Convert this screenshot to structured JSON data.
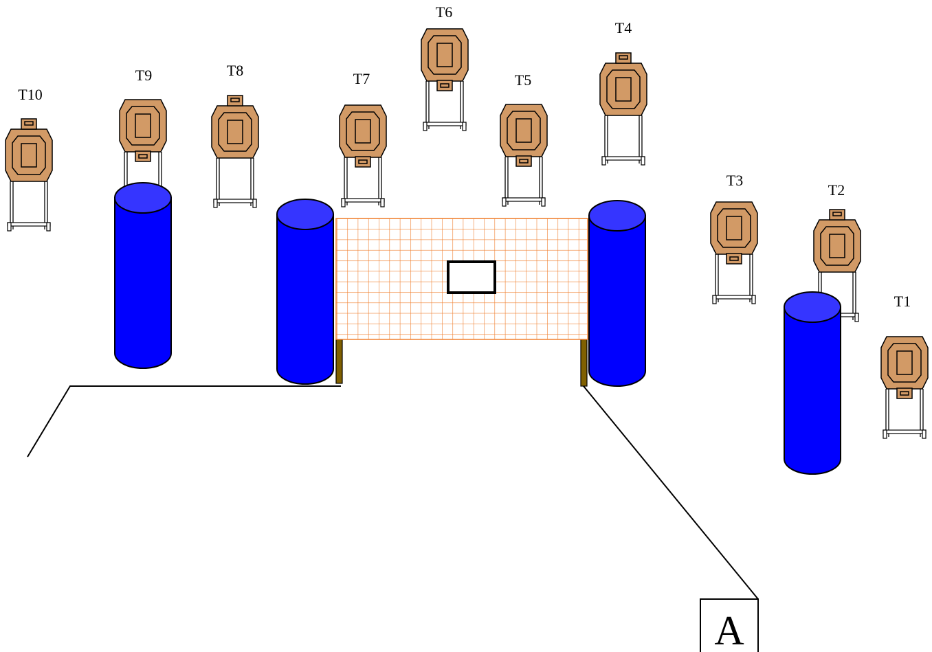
{
  "targets": [
    {
      "id": "T1",
      "label": "T1",
      "variant": "bottom-tab"
    },
    {
      "id": "T2",
      "label": "T2",
      "variant": "top-tab"
    },
    {
      "id": "T3",
      "label": "T3",
      "variant": "bottom-tab"
    },
    {
      "id": "T4",
      "label": "T4",
      "variant": "top-tab"
    },
    {
      "id": "T5",
      "label": "T5",
      "variant": "bottom-tab"
    },
    {
      "id": "T6",
      "label": "T6",
      "variant": "bottom-tab"
    },
    {
      "id": "T7",
      "label": "T7",
      "variant": "bottom-tab"
    },
    {
      "id": "T8",
      "label": "T8",
      "variant": "top-tab"
    },
    {
      "id": "T9",
      "label": "T9",
      "variant": "bottom-tab"
    },
    {
      "id": "T10",
      "label": "T10",
      "variant": "top-tab"
    }
  ],
  "barrels": [
    {
      "id": "barrel-left",
      "color": "#0000ff"
    },
    {
      "id": "barrel-center-left",
      "color": "#0000ff"
    },
    {
      "id": "barrel-center-right",
      "color": "#0000ff"
    },
    {
      "id": "barrel-right",
      "color": "#0000ff"
    }
  ],
  "wall": {
    "grid_color": "#f08030",
    "window": "port"
  },
  "start_position": {
    "label": "A"
  },
  "colors": {
    "target_fill": "#d29a66",
    "target_stroke": "#000000",
    "barrel_fill": "#0000ff",
    "barrel_top": "#3535ff",
    "post_fill": "#806000"
  }
}
